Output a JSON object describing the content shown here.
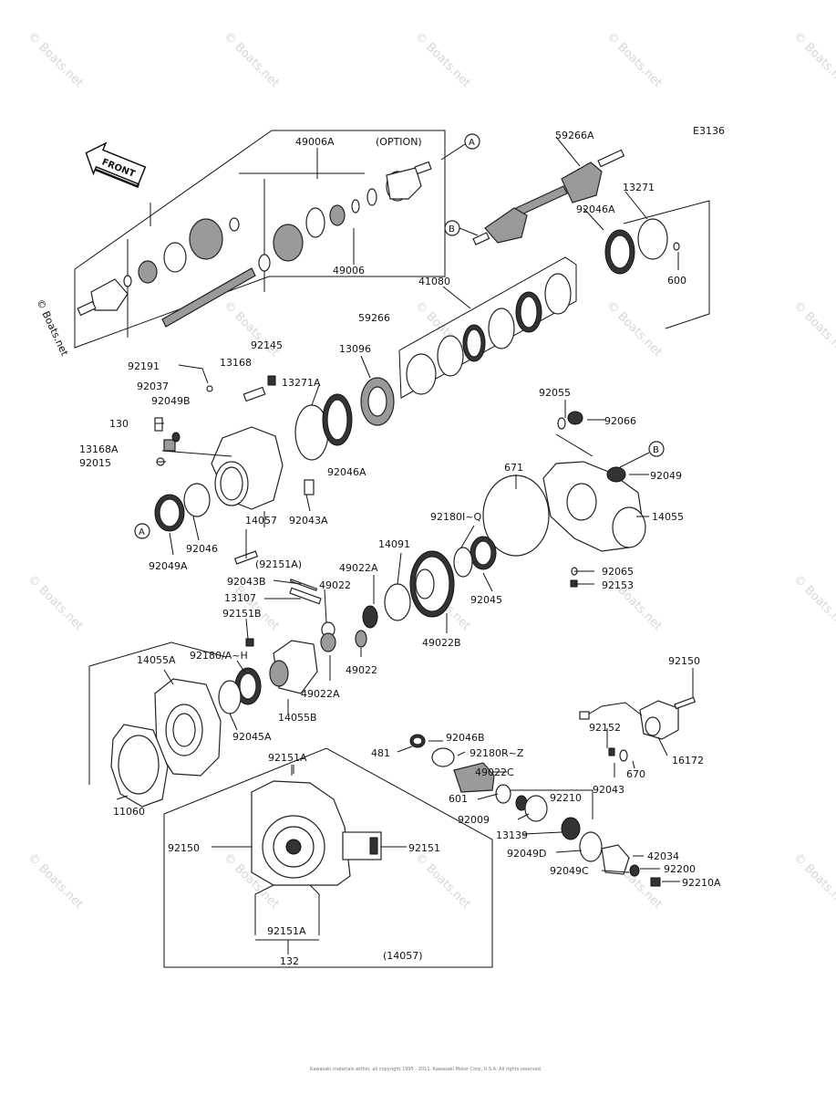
{
  "diagram": {
    "code": "E3136",
    "front_label": "FRONT",
    "option_label": "(OPTION)",
    "group_label": "(14057)",
    "refs": [
      "A",
      "B"
    ],
    "watermark": "© Boats.net",
    "copyright": "Kawasaki materials within, all copyright 1995 - 2011. Kawasaki Motor Corp, U.S.A. All rights reserved.",
    "parts": [
      "49006A",
      "59266A",
      "13271",
      "92046A",
      "600",
      "49006",
      "59266",
      "41080",
      "92191",
      "92145",
      "13096",
      "92037",
      "13168",
      "13271A",
      "92049B",
      "130",
      "13168A",
      "92015",
      "92055",
      "92066",
      "92046A",
      "92049",
      "671",
      "14055",
      "92049A",
      "92046",
      "92043A",
      "14057",
      "(92151A)",
      "92180I~Q",
      "14091",
      "49022A",
      "92043B",
      "49022",
      "92045",
      "92065",
      "92153",
      "13107",
      "92151B",
      "49022B",
      "14055A",
      "92180/A~H",
      "49022",
      "49022A",
      "14055B",
      "92045A",
      "92150",
      "92046B",
      "92180R~Z",
      "481",
      "92152",
      "16172",
      "49022C",
      "670",
      "601",
      "92210",
      "92043",
      "92009",
      "11060",
      "92151A",
      "13139",
      "92150",
      "92151",
      "92049D",
      "42034",
      "92200",
      "92049C",
      "92210A",
      "92151A",
      "132"
    ]
  },
  "colors": {
    "ink": "#111111",
    "watermark": "#d6d6d6"
  },
  "icons": [
    "front-arrow-icon",
    "ref-a-icon",
    "ref-b-icon"
  ]
}
